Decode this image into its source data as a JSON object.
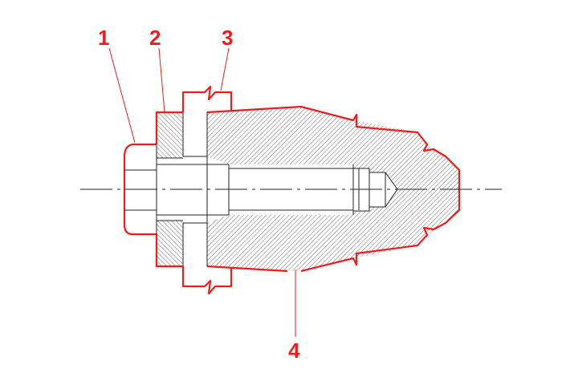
{
  "diagram": {
    "labels": [
      "1",
      "2",
      "3",
      "4"
    ],
    "colors": {
      "outline": "#ee1c1c",
      "lines": "#222222"
    }
  }
}
